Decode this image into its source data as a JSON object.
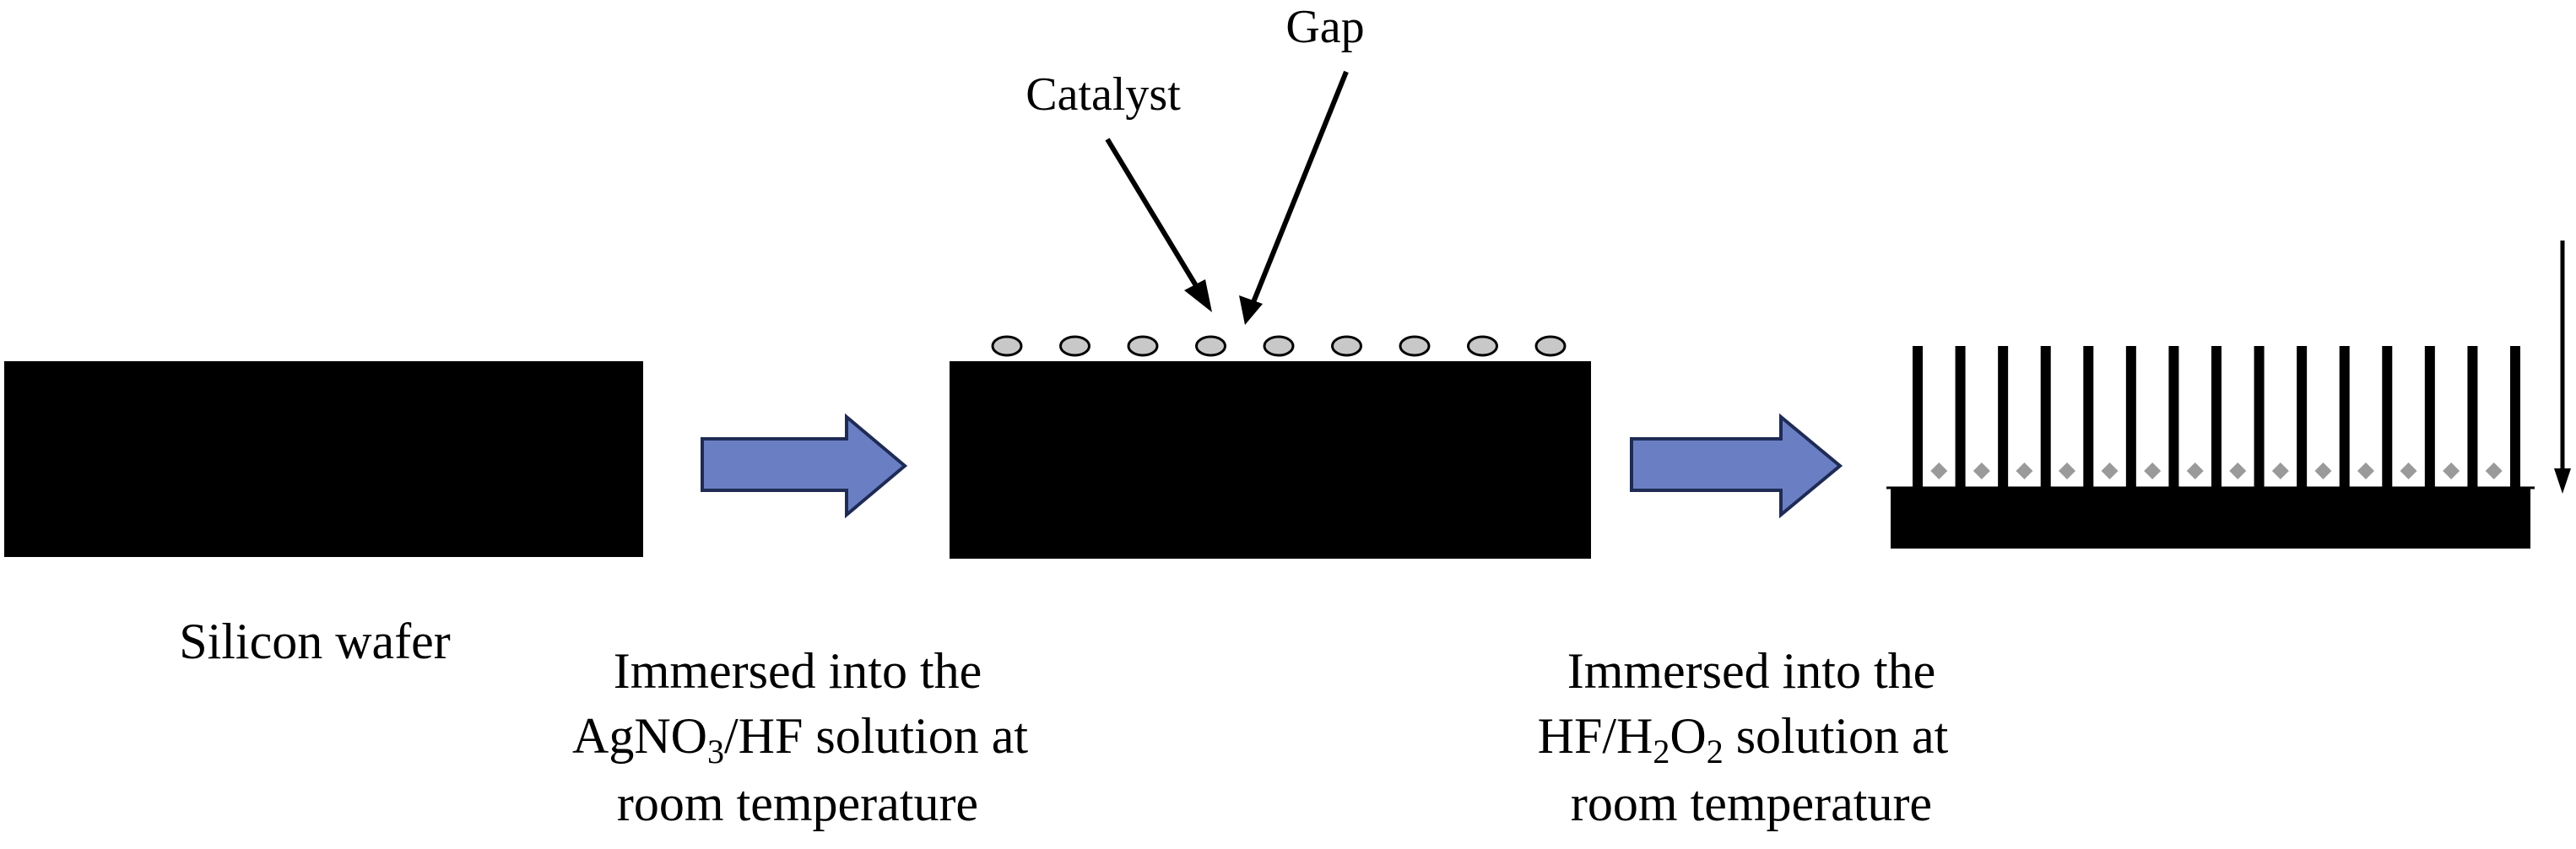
{
  "labels": {
    "wafer": "Silicon wafer",
    "catalyst": "Catalyst",
    "gap": "Gap"
  },
  "step1": {
    "line1": "Immersed into the",
    "line2_pre": "AgNO",
    "line2_sub": "3",
    "line2_post": "/HF solution at",
    "line3": "room temperature"
  },
  "step2": {
    "line1": "Immersed into the",
    "line2_pre": "HF/H",
    "line2_sub1": "2",
    "line2_mid": "O",
    "line2_sub2": "2",
    "line2_post": " solution at",
    "line3": "room temperature"
  },
  "colors": {
    "wafer": "#000000",
    "arrow_fill": "#6a7fc3",
    "arrow_stroke": "#1f2b55",
    "catalyst_fill": "#c8c8c8",
    "catalyst_small_fill": "#9a9a9a"
  },
  "counts": {
    "catalyst_particles": 9,
    "nanowires": 15
  }
}
